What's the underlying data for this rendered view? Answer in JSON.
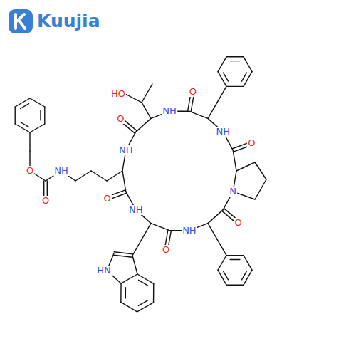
{
  "diagram": {
    "labels": [
      "Kuujia",
      "HO",
      "NH",
      "O",
      "NH",
      "O",
      "N",
      "O",
      "NH",
      "O",
      "NH",
      "O",
      "NH",
      "O",
      "NH",
      "O",
      "O",
      "HN"
    ]
  }
}
